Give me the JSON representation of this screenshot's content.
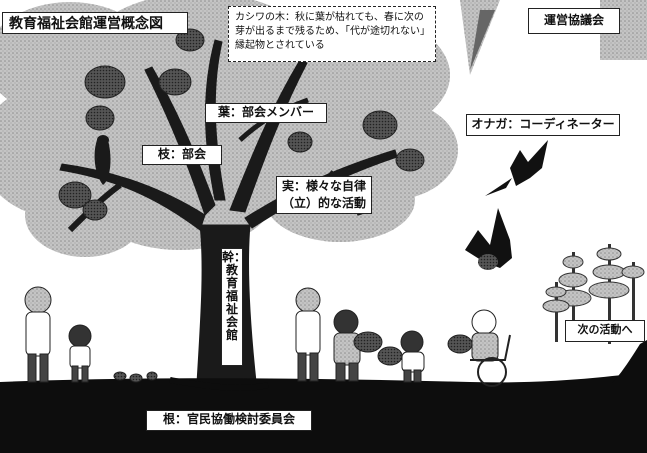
{
  "title": "教育福祉会館運営概念図",
  "note": "カシワの木：秋に葉が枯れても、春に次の芽が出るまで残るため、「代が途切れない」縁起物とされている",
  "council": "運営協議会",
  "leaf_label": "葉：部会メンバー",
  "branch_label": "枝：部会",
  "fruit_label": "実：様々な自律（立）的な活動",
  "trunk_label": "幹：教育福祉会館",
  "coordinator_label": "オナガ：コーディネーター",
  "next_label": "次の活動へ",
  "root_label": "根：官民協働検討委員会",
  "colors": {
    "foliage": "#b9b9b9",
    "trunk": "#1a1a1a",
    "ground": "#0d0d0d",
    "box_border": "#222222"
  },
  "icons": [
    "oak-tree",
    "onaga-bird",
    "sapling",
    "person",
    "wheelchair-person",
    "flower-bunch"
  ]
}
